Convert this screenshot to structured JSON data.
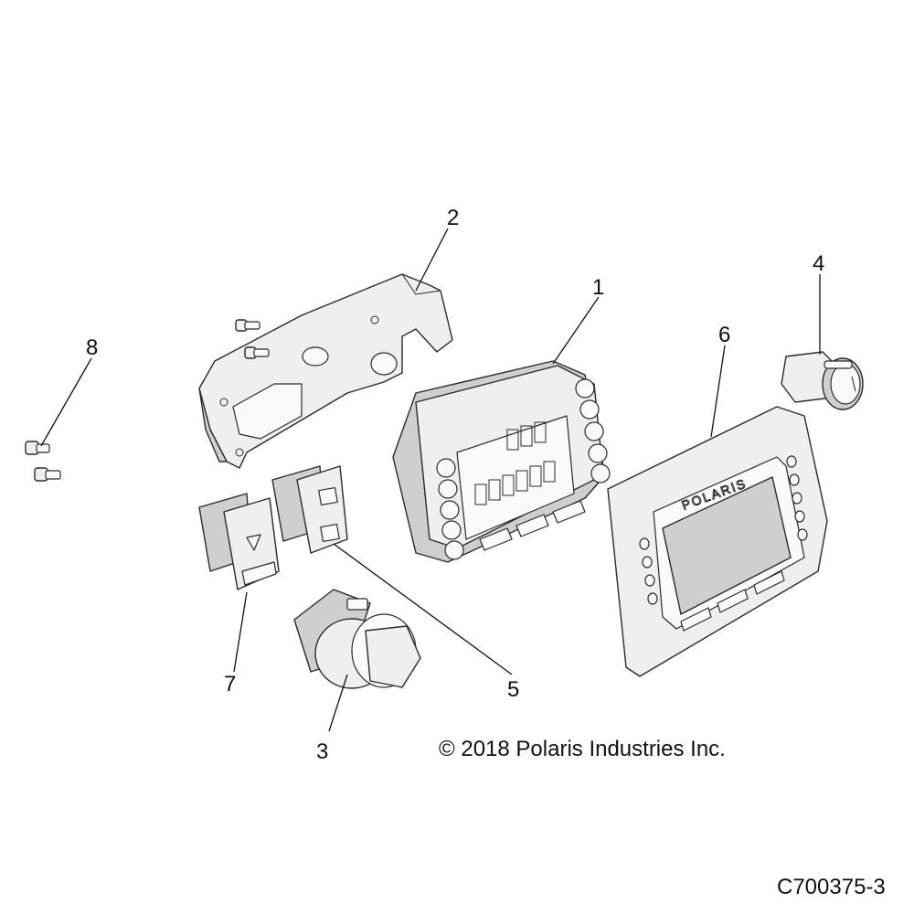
{
  "callouts": [
    "1",
    "2",
    "3",
    "4",
    "5",
    "6",
    "7",
    "8"
  ],
  "copyright": "© 2018 Polaris Industries Inc.",
  "drawing_id": "C700375-3",
  "bezel_logo": "POLARIS",
  "colors": {
    "line": "#2a2a2a",
    "part_fill": "#efefef",
    "shade": "#cfcfcf",
    "background": "#ffffff"
  }
}
